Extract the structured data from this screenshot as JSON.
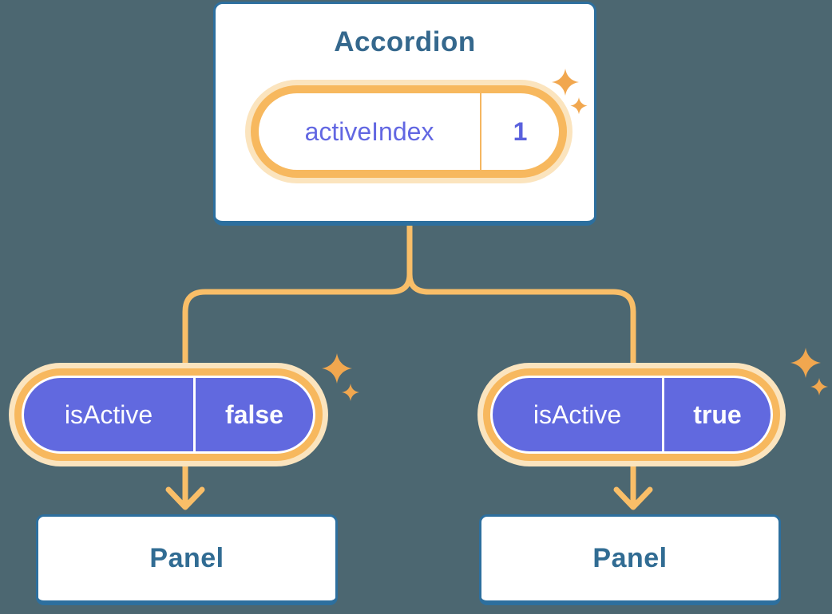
{
  "colors": {
    "background": "#4C6771",
    "card_bg": "#FFFFFF",
    "card_border": "#2D6F9E",
    "heading_text": "#35688D",
    "panel_text": "#316C93",
    "pill_halo": "#FBE4BE",
    "pill_ring": "#F7B85E",
    "pill_divider_orange": "#F5B660",
    "pill_purple": "#6169DF",
    "pill_name_purple": "#6267E2",
    "pill_value_purple": "#5A61DD",
    "pill_text_white": "#FDFDFE",
    "connector": "#F9BE68",
    "sparkle": "#F1A74F"
  },
  "accordion": {
    "title": "Accordion",
    "state_pill": {
      "name": "activeIndex",
      "value": "1"
    }
  },
  "branches": [
    {
      "prop_pill": {
        "name": "isActive",
        "value": "false"
      },
      "panel_label": "Panel"
    },
    {
      "prop_pill": {
        "name": "isActive",
        "value": "true"
      },
      "panel_label": "Panel"
    }
  ],
  "icons": {
    "sparkle_large": "sparkle-icon",
    "sparkle_small": "sparkle-icon"
  }
}
